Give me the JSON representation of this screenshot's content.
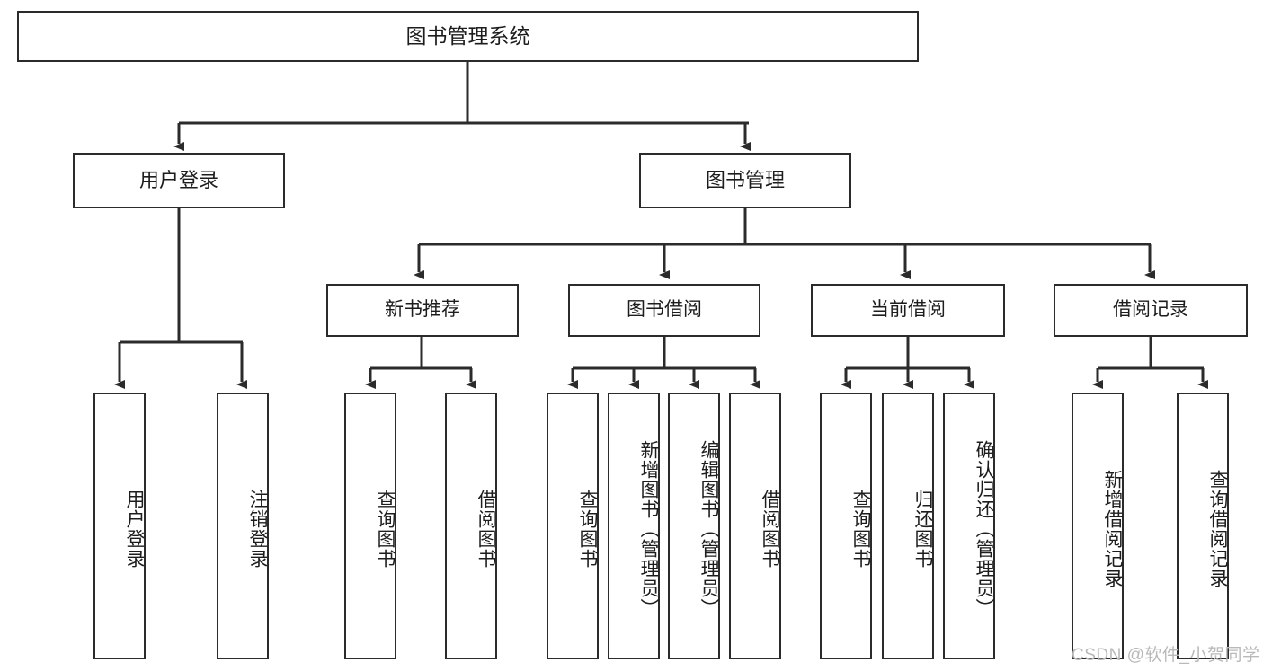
{
  "diagram": {
    "title": "图书管理系统",
    "type": "hierarchy-tree",
    "watermark": "CSDN @软件_小贺同学",
    "colors": {
      "box_border": "#2b2b2b",
      "box_fill": "#ffffff",
      "connector": "#2b2b2b",
      "text": "#1d1d1d",
      "watermark": "#b9b9b9"
    },
    "root": {
      "label": "图书管理系统"
    },
    "level2": [
      {
        "label": "用户登录"
      },
      {
        "label": "图书管理"
      }
    ],
    "level3": [
      {
        "label": "新书推荐"
      },
      {
        "label": "图书借阅"
      },
      {
        "label": "当前借阅"
      },
      {
        "label": "借阅记录"
      }
    ],
    "leaves": {
      "user_login": [
        {
          "label": "用户登录"
        },
        {
          "label": "注销登录"
        }
      ],
      "new_book_recommend": [
        {
          "label": "查询图书"
        },
        {
          "label": "借阅图书"
        }
      ],
      "book_borrow": [
        {
          "label": "查询图书"
        },
        {
          "label": "新增图书（管理员）"
        },
        {
          "label": "编辑图书（管理员）"
        },
        {
          "label": "借阅图书"
        }
      ],
      "current_borrow": [
        {
          "label": "查询图书"
        },
        {
          "label": "归还图书"
        },
        {
          "label": "确认归还（管理员）"
        }
      ],
      "borrow_record": [
        {
          "label": "新增借阅记录"
        },
        {
          "label": "查询借阅记录"
        }
      ]
    }
  }
}
